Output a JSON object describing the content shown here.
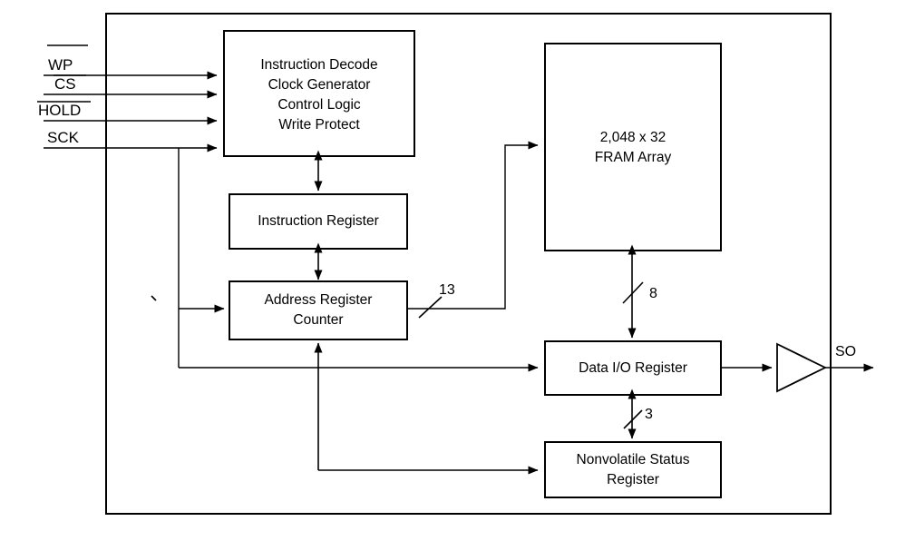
{
  "diagram": {
    "title": "SPI FRAM Memory Block Diagram",
    "background_color": "#ffffff",
    "line_color": "#000000",
    "blocks": [
      {
        "id": "instruction-decode",
        "lines": [
          "Instruction Decode",
          "Clock Generator",
          "Control Logic",
          "Write Protect"
        ]
      },
      {
        "id": "instruction-register",
        "lines": [
          "Instruction Register"
        ]
      },
      {
        "id": "address-register-counter",
        "lines": [
          "Address Register",
          "Counter"
        ]
      },
      {
        "id": "fram-array",
        "lines": [
          "2,048 x 32",
          "FRAM Array"
        ]
      },
      {
        "id": "data-io-register",
        "lines": [
          "Data I/O Register"
        ]
      },
      {
        "id": "nonvolatile-status-register",
        "lines": [
          "Nonvolatile Status",
          "Register"
        ]
      }
    ],
    "inputs": [
      {
        "id": "wp",
        "label": "WP",
        "active_low": true
      },
      {
        "id": "cs",
        "label": "CS",
        "active_low": true
      },
      {
        "id": "hold",
        "label": "HOLD",
        "active_low": true
      },
      {
        "id": "sck",
        "label": "SCK",
        "active_low": false
      }
    ],
    "outputs": [
      {
        "id": "so",
        "label": "SO"
      }
    ],
    "bus_labels": [
      {
        "id": "address-bus-width",
        "value": "13"
      },
      {
        "id": "data-bus-width",
        "value": "8"
      },
      {
        "id": "status-bus-width",
        "value": "3"
      }
    ]
  }
}
